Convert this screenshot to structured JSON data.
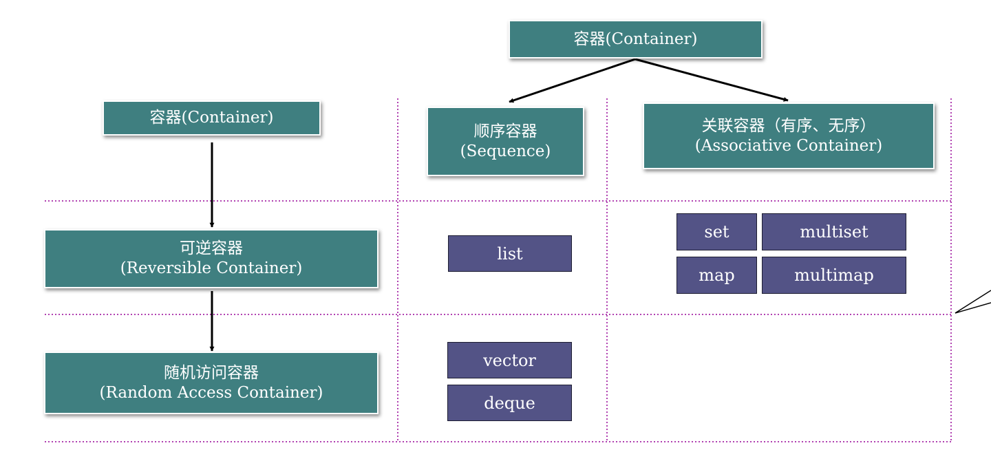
{
  "top": {
    "root": "容器(Container)"
  },
  "columns": {
    "sequence": {
      "line1": "顺序容器",
      "line2": "(Sequence)"
    },
    "associative": {
      "line1": "关联容器（有序、无序）",
      "line2": "(Associative Container)"
    }
  },
  "hierarchy": {
    "container": "容器(Container)",
    "reversible": {
      "line1": "可逆容器",
      "line2": "(Reversible Container)"
    },
    "random_access": {
      "line1": "随机访问容器",
      "line2": "(Random Access Container)"
    }
  },
  "types": {
    "list": "list",
    "set": "set",
    "multiset": "multiset",
    "map": "map",
    "multimap": "multimap",
    "vector": "vector",
    "deque": "deque"
  },
  "colors": {
    "teal": "#3f7f80",
    "purple": "#535386",
    "grid_dots": "#b040b0",
    "arrow": "#000000"
  }
}
